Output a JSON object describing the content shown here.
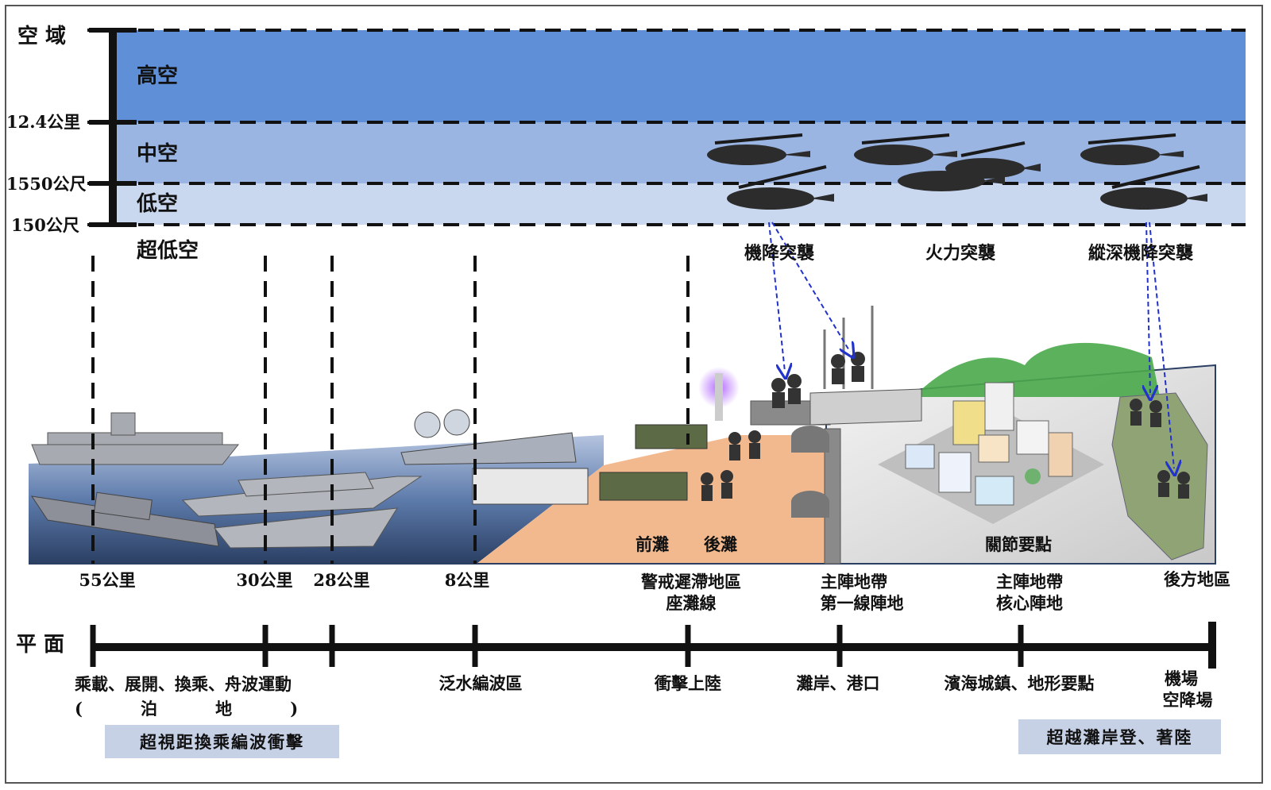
{
  "airspace": {
    "axis_title": "空 域",
    "levels": {
      "high": "高空",
      "mid": "中空",
      "low": "低空",
      "ultra_low": "超低空"
    },
    "altitudes": {
      "a1": "12.4公里",
      "a2": "1550公尺",
      "a3": "150公尺"
    }
  },
  "operations": {
    "heliborne": "機降突襲",
    "fire": "火力突襲",
    "deep_heliborne": "縱深機降突襲"
  },
  "zones": {
    "front_beach": "前灘",
    "back_beach": "後灘",
    "key_point": "關節要點"
  },
  "distances": {
    "d55": "55公里",
    "d30": "30公里",
    "d28": "28公里",
    "d8": "8公里"
  },
  "defense": {
    "warning_line_1": "警戒遲滯地區",
    "warning_line_2": "座灘線",
    "main_belt_1a": "主陣地帶",
    "main_belt_1b": "第一線陣地",
    "main_belt_2a": "主陣地帶",
    "main_belt_2b": "核心陣地",
    "rear": "後方地區"
  },
  "plane": {
    "axis_title": "平 面",
    "stage1": "乘載、展開、換乘、舟波運動",
    "stage1_paren": "(          泊          地          )",
    "stage2": "泛水編波區",
    "stage3": "衝擊上陸",
    "stage4": "灘岸、港口",
    "stage5": "濱海城鎮、地形要點",
    "stage6a": "機場",
    "stage6b": "空降場"
  },
  "boxes": {
    "left": "超視距換乘編波衝擊",
    "right": "超越灘岸登、著陸"
  },
  "colors": {
    "high": "#5f8fd6",
    "mid": "#9bb5e2",
    "low": "#cad8ef",
    "sea_top": "#a9bad8",
    "sea_bottom": "#2b3f63",
    "sand": "#f3b98e",
    "land": "#dcdcdc",
    "arrow": "#2233cc"
  }
}
